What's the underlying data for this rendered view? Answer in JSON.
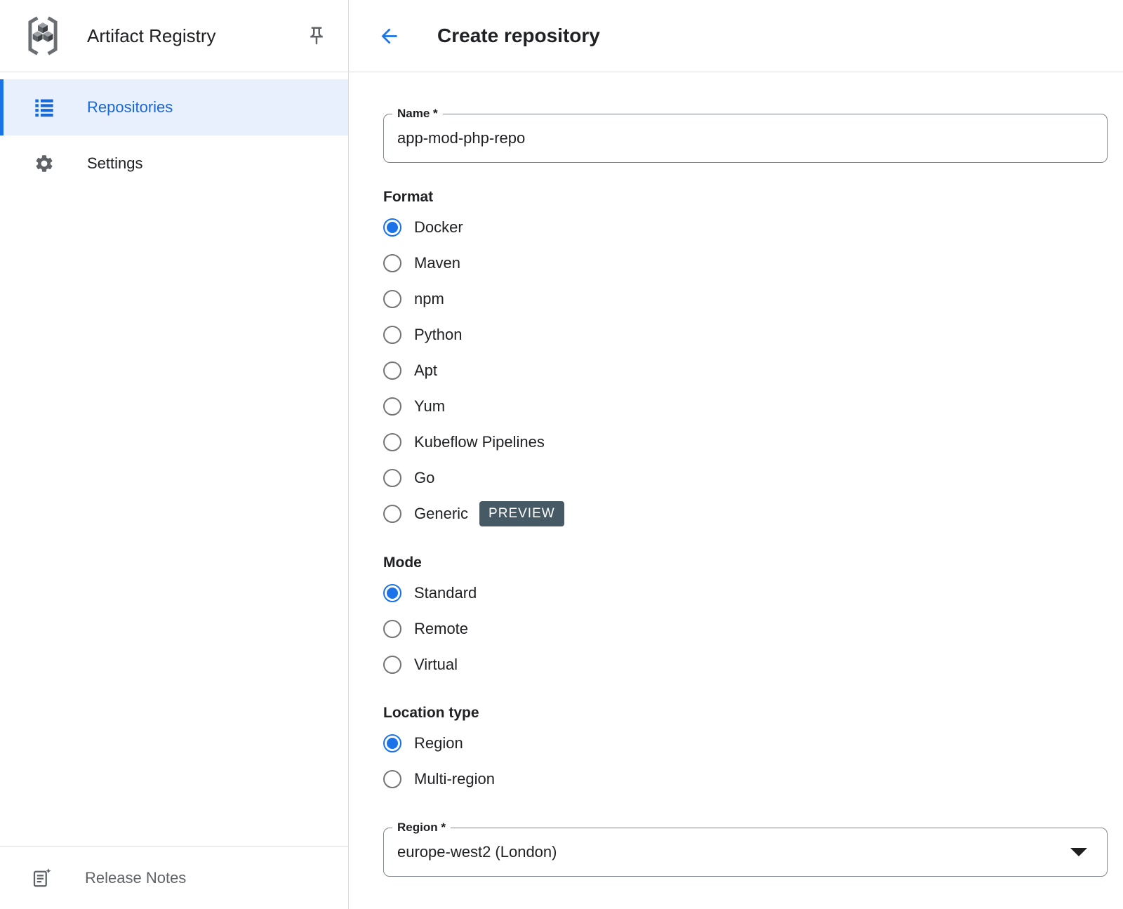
{
  "sidebar": {
    "app_title": "Artifact Registry",
    "items": [
      {
        "label": "Repositories",
        "selected": true
      },
      {
        "label": "Settings",
        "selected": false
      }
    ],
    "footer": {
      "release_notes_label": "Release Notes"
    }
  },
  "header": {
    "title": "Create repository"
  },
  "form": {
    "name_field": {
      "label": "Name *",
      "value": "app-mod-php-repo"
    },
    "format": {
      "label": "Format",
      "options": [
        {
          "label": "Docker",
          "selected": true
        },
        {
          "label": "Maven",
          "selected": false
        },
        {
          "label": "npm",
          "selected": false
        },
        {
          "label": "Python",
          "selected": false
        },
        {
          "label": "Apt",
          "selected": false
        },
        {
          "label": "Yum",
          "selected": false
        },
        {
          "label": "Kubeflow Pipelines",
          "selected": false
        },
        {
          "label": "Go",
          "selected": false
        },
        {
          "label": "Generic",
          "selected": false,
          "badge": "PREVIEW"
        }
      ]
    },
    "mode": {
      "label": "Mode",
      "options": [
        {
          "label": "Standard",
          "selected": true
        },
        {
          "label": "Remote",
          "selected": false
        },
        {
          "label": "Virtual",
          "selected": false
        }
      ]
    },
    "location_type": {
      "label": "Location type",
      "options": [
        {
          "label": "Region",
          "selected": true
        },
        {
          "label": "Multi-region",
          "selected": false
        }
      ]
    },
    "region_field": {
      "label": "Region *",
      "value": "europe-west2 (London)"
    }
  },
  "colors": {
    "accent": "#1a73e8",
    "selected_nav_text": "#1967d2",
    "selected_nav_bg": "#e8f0fe",
    "badge_bg": "#455a64",
    "text": "#202124",
    "muted": "#5f6368",
    "divider": "#dadce0",
    "field_border": "#80868b"
  }
}
